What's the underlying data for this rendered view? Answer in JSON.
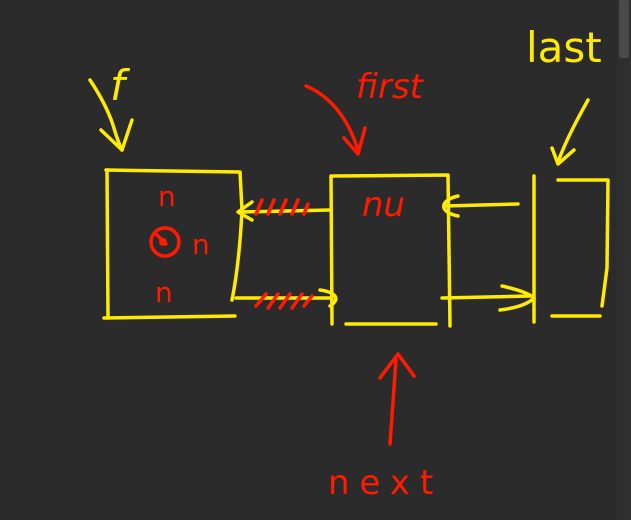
{
  "labels": {
    "f": "f",
    "first": "first",
    "last": "last",
    "next": "next",
    "node_f_top": "n",
    "node_f_middle": "n",
    "node_f_bottom": "n",
    "node_first_value": "nu"
  },
  "colors": {
    "background": "#2b2b2b",
    "structure": "#ffeb00",
    "annotation": "#ff1a00",
    "scrollbar_track": "#2f2f2f",
    "scrollbar_thumb": "#4a4a4a"
  }
}
